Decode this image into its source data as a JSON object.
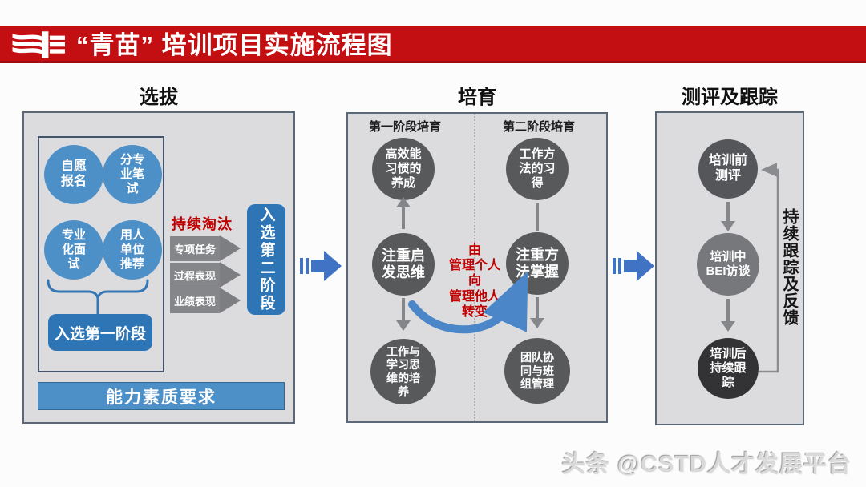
{
  "banner": {
    "title": "“青苗” 培训项目实施流程图"
  },
  "sections": {
    "selection": {
      "header": "选拔",
      "circles": [
        "自愿\n报名",
        "分专\n业笔\n试",
        "专业\n化面\n试",
        "用人\n单位\n推荐"
      ],
      "stage1_box": "入选第一阶段",
      "elimination_label": "持续淘汰",
      "elimination_arrows": [
        "专项任务",
        "过程表现",
        "业绩表现"
      ],
      "stage2_box": "入选第二阶段",
      "bottom_bar": "能力素质要求"
    },
    "cultivation": {
      "header": "培育",
      "stage1": {
        "header": "第一阶段培育",
        "top_circle": "高效能\n习惯的\n养成",
        "mid_circle": "注重启\n发思维",
        "bottom_circle": "工作与\n学习思\n维的培\n养"
      },
      "stage2": {
        "header": "第二阶段培育",
        "top_circle": "工作方\n法的习\n得",
        "mid_circle": "注重方\n法掌握",
        "bottom_circle": "团队协\n同与班\n组管理"
      },
      "center_note": "由\n管理个人\n向\n管理他人\n转变"
    },
    "evaluation": {
      "header": "测评及跟踪",
      "circles": [
        "培训前\n测评",
        "培训中\nBEI访谈",
        "培训后\n持续跟\n踪"
      ],
      "side_label": "持续跟踪及反馈"
    }
  },
  "watermark": {
    "text": "头条 @CSTD人才发展平台"
  },
  "colors": {
    "banner_red": "#c40f12",
    "accent_red": "#c00000",
    "circle_blue": "#4d90c8",
    "box_blue": "#2e75b6",
    "striped_arrow_blue": "#4173c4",
    "cultivation_circle_gray": "#58595b",
    "eval_circle_top": "#55565a",
    "eval_circle_mid": "#77787c",
    "eval_circle_bottom": "#333335",
    "panel_gray": "#dcdcdf",
    "block_arrow_gray": "#85868a"
  }
}
